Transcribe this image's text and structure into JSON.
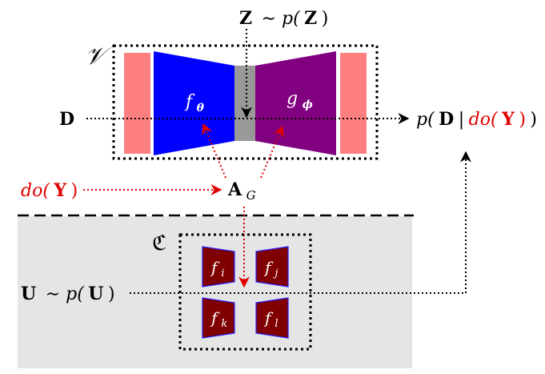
{
  "labels": {
    "z_sym": "Z",
    "z_rhs": "∼ p(",
    "z_arg": "Z",
    "z_close": ")",
    "v_sym": "𝒱",
    "d_sym": "D",
    "encoder": "f",
    "encoder_sub": "θ",
    "decoder": "g",
    "decoder_sub": "ϕ",
    "out_p": "p(",
    "out_d": "D",
    "out_bar": "|",
    "out_do": "do(",
    "out_y": "Y",
    "out_close": ")",
    "out_final": ")",
    "do_prefix": "do(",
    "do_y": "Y",
    "do_close": ")",
    "ag_sym": "A",
    "ag_sub": "G",
    "c_sym": "ℭ",
    "u_sym": "U",
    "u_rhs": "∼ p(",
    "u_arg": "U",
    "u_close": ")",
    "fi": "f",
    "fi_sub": "i",
    "fj": "f",
    "fj_sub": "j",
    "fk": "f",
    "fk_sub": "k",
    "fl": "f",
    "fl_sub": "l"
  },
  "colors": {
    "side_block": "#fe7f7f",
    "encoder": "#0000ff",
    "latent": "#999999",
    "decoder": "#800080",
    "intervention": "#e00000",
    "mechanism_fill": "#800000",
    "mechanism_stroke": "#2222ff",
    "exogenous_bg": "#e5e5e5"
  }
}
